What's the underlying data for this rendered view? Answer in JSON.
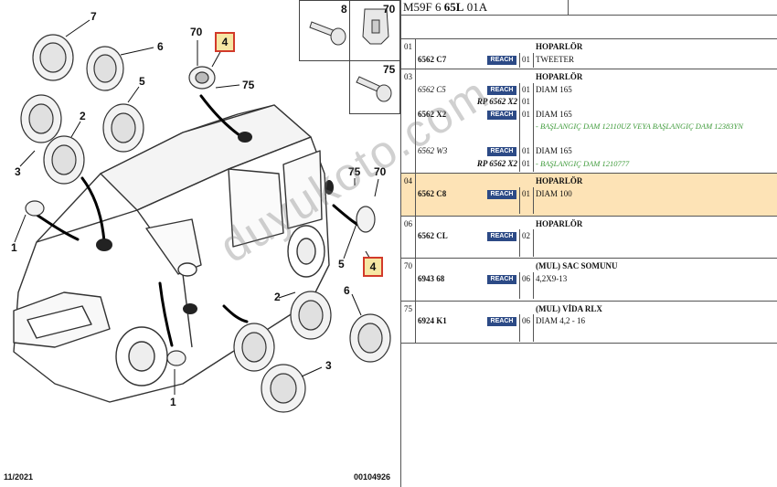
{
  "header": {
    "prefix": "M59F 6 ",
    "bold": "65L",
    "suffix": " 01A"
  },
  "diagram": {
    "callouts": [
      "7",
      "6",
      "5",
      "2",
      "3",
      "1",
      "70",
      "4",
      "75",
      "75",
      "70",
      "5",
      "4",
      "2",
      "6",
      "3",
      "1",
      "8",
      "70",
      "75"
    ],
    "footer_left": "11/2021",
    "footer_right": "00104926"
  },
  "reach_label": "REACH",
  "rows": [
    {
      "num": "01",
      "highlight": false,
      "lines": [
        {
          "kind": "head",
          "desc": "HOPARLÖR"
        },
        {
          "kind": "item",
          "code": "6562 C7",
          "italic": false,
          "reach": true,
          "qty": "01",
          "desc": "TWEETER"
        }
      ]
    },
    {
      "num": "03",
      "highlight": false,
      "lines": [
        {
          "kind": "head",
          "desc": "HOPARLÖR"
        },
        {
          "kind": "item",
          "code": "6562 C5",
          "italic": true,
          "reach": true,
          "qty": "01",
          "desc": "DIAM 165"
        },
        {
          "kind": "rp",
          "rp": "RP 6562 X2",
          "qty": "01"
        },
        {
          "kind": "item",
          "code": "6562 X2",
          "italic": false,
          "reach": true,
          "qty": "01",
          "desc": "DIAM 165"
        },
        {
          "kind": "note",
          "green": "- BAŞLANGIÇ DAM 12110UZ VEYA BAŞLANGIÇ DAM 12383YN"
        },
        {
          "kind": "blank"
        },
        {
          "kind": "item",
          "code": "6562 W3",
          "italic": true,
          "reach": true,
          "qty": "01",
          "desc": "DIAM 165"
        },
        {
          "kind": "rpnote",
          "rp": "RP 6562 X2",
          "qty": "01",
          "green": "- BAŞLANGIÇ DAM 1210777"
        }
      ]
    },
    {
      "num": "04",
      "highlight": true,
      "lines": [
        {
          "kind": "head",
          "desc": "HOPARLÖR"
        },
        {
          "kind": "item",
          "code": "6562 C8",
          "italic": false,
          "reach": true,
          "qty": "01",
          "desc": "DIAM 100"
        },
        {
          "kind": "blank"
        }
      ]
    },
    {
      "num": "06",
      "highlight": false,
      "lines": [
        {
          "kind": "head",
          "desc": "HOPARLÖR"
        },
        {
          "kind": "item",
          "code": "6562 CL",
          "italic": false,
          "reach": true,
          "qty": "02",
          "desc": ""
        },
        {
          "kind": "blank"
        }
      ]
    },
    {
      "num": "70",
      "highlight": false,
      "lines": [
        {
          "kind": "head",
          "desc": "(MUL) SAC SOMUNU"
        },
        {
          "kind": "item",
          "code": "6943 68",
          "italic": false,
          "reach": true,
          "qty": "06",
          "desc": "4,2X9-13"
        },
        {
          "kind": "blank"
        }
      ]
    },
    {
      "num": "75",
      "highlight": false,
      "lines": [
        {
          "kind": "head",
          "desc": "(MUL) VİDA RLX"
        },
        {
          "kind": "item",
          "code": "6924 K1",
          "italic": false,
          "reach": true,
          "qty": "06",
          "desc": "DIAM 4,2 - 16"
        },
        {
          "kind": "blank"
        }
      ]
    }
  ],
  "watermark": "duyukoto.com"
}
